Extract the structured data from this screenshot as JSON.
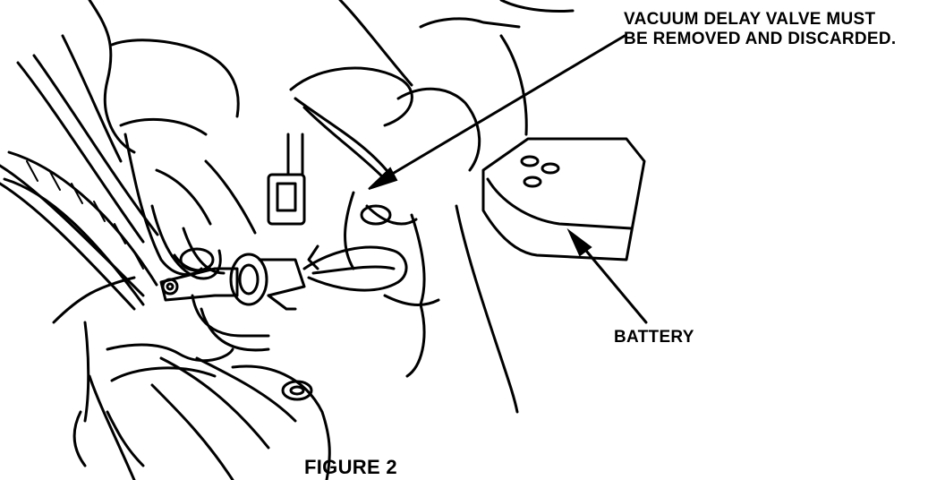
{
  "callouts": {
    "valve_line1": "VACUUM DELAY VALVE MUST",
    "valve_line2": "BE REMOVED AND DISCARDED.",
    "battery": "BATTERY"
  },
  "caption": "FIGURE 2"
}
